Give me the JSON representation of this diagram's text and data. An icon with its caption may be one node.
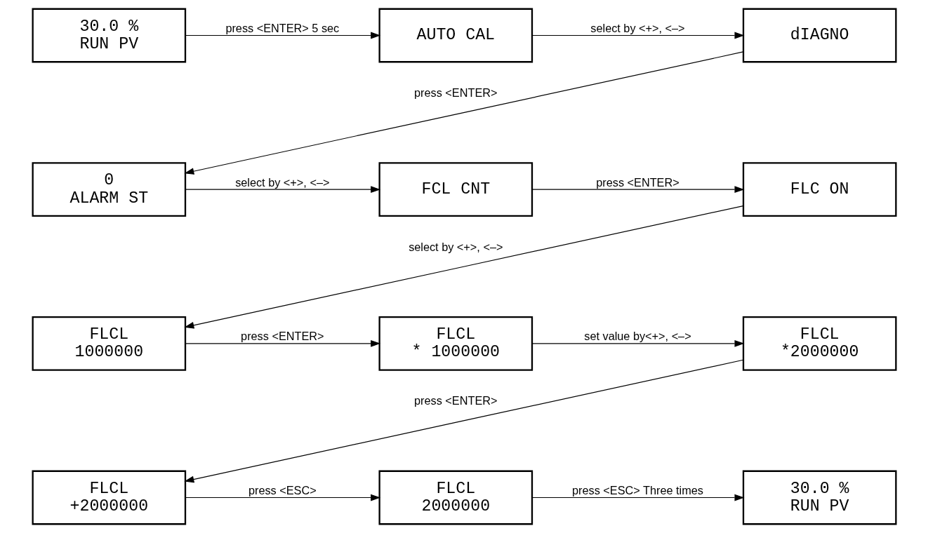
{
  "diagram": {
    "nodes": [
      {
        "text": [
          "30.0 %",
          "RUN PV"
        ]
      },
      {
        "text": [
          "AUTO CAL"
        ]
      },
      {
        "text": [
          "dIAGNO"
        ]
      },
      {
        "text": [
          "0",
          "ALARM ST"
        ]
      },
      {
        "text": [
          "FCL CNT"
        ]
      },
      {
        "text": [
          "FLC ON"
        ]
      },
      {
        "text": [
          "FLCL",
          "1000000"
        ]
      },
      {
        "text": [
          "FLCL",
          "* 1000000"
        ]
      },
      {
        "text": [
          "FLCL",
          "*2000000"
        ]
      },
      {
        "text": [
          "FLCL",
          "+2000000"
        ]
      },
      {
        "text": [
          "FLCL",
          "2000000"
        ]
      },
      {
        "text": [
          "30.0 %",
          "RUN PV"
        ]
      }
    ],
    "edges": [
      {
        "from": 0,
        "to": 1,
        "arrow": "to",
        "label": "press <ENTER> 5 sec"
      },
      {
        "from": 1,
        "to": 2,
        "arrow": "to",
        "label": "select by <+>, <–>"
      },
      {
        "from": 2,
        "to": 3,
        "arrow": "to",
        "label": "press <ENTER>"
      },
      {
        "from": 3,
        "to": 4,
        "arrow": "to",
        "label": "select by <+>, <–>"
      },
      {
        "from": 4,
        "to": 5,
        "arrow": "to",
        "label": "press <ENTER>"
      },
      {
        "from": 5,
        "to": 6,
        "arrow": "to",
        "label": "select by <+>, <–>"
      },
      {
        "from": 6,
        "to": 7,
        "arrow": "to",
        "label": "press <ENTER>"
      },
      {
        "from": 7,
        "to": 8,
        "arrow": "to",
        "label": "set value by<+>, <–>"
      },
      {
        "from": 8,
        "to": 9,
        "arrow": "to",
        "label": "press <ENTER>"
      },
      {
        "from": 9,
        "to": 10,
        "arrow": "to",
        "label": "press <ESC>"
      },
      {
        "from": 10,
        "to": 11,
        "arrow": "to",
        "label": "press <ESC> Three times"
      }
    ]
  }
}
